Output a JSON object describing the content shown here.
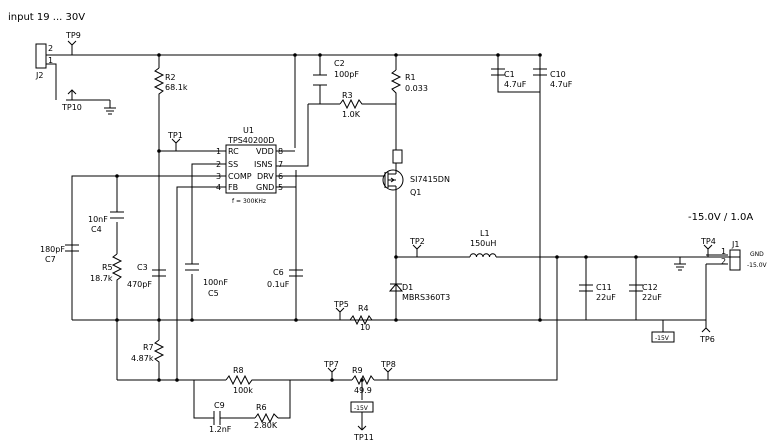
{
  "header": {
    "input_note": "input 19 ... 30V",
    "output_note": "-15.0V / 1.0A"
  },
  "ic": {
    "ref": "U1",
    "part": "TPS40200D",
    "freq_note": "f = 300KHz",
    "pins": [
      {
        "num": "1",
        "name": "RC"
      },
      {
        "num": "2",
        "name": "SS"
      },
      {
        "num": "3",
        "name": "COMP"
      },
      {
        "num": "4",
        "name": "FB"
      },
      {
        "num": "8",
        "name": "VDD"
      },
      {
        "num": "7",
        "name": "ISNS"
      },
      {
        "num": "6",
        "name": "DRV"
      },
      {
        "num": "5",
        "name": "GND"
      }
    ]
  },
  "resistors": {
    "r1": {
      "ref": "R1",
      "value": "0.033"
    },
    "r2": {
      "ref": "R2",
      "value": "68.1k"
    },
    "r3": {
      "ref": "R3",
      "value": "1.0K"
    },
    "r4": {
      "ref": "R4",
      "value": "10"
    },
    "r5": {
      "ref": "R5",
      "value": "18.7k"
    },
    "r6": {
      "ref": "R6",
      "value": "2.80K"
    },
    "r7": {
      "ref": "R7",
      "value": "4.87k"
    },
    "r8": {
      "ref": "R8",
      "value": "100k"
    },
    "r9": {
      "ref": "R9",
      "value": "49.9"
    }
  },
  "capacitors": {
    "c1": {
      "ref": "C1",
      "value": "4.7uF"
    },
    "c2": {
      "ref": "C2",
      "value": "100pF"
    },
    "c3": {
      "ref": "C3",
      "value": "470pF"
    },
    "c4": {
      "ref": "C4",
      "value": "10nF"
    },
    "c5": {
      "ref": "C5",
      "value": "100nF"
    },
    "c6": {
      "ref": "C6",
      "value": "0.1uF"
    },
    "c7": {
      "ref": "C7",
      "value": "180pF"
    },
    "c9": {
      "ref": "C9",
      "value": "1.2nF"
    },
    "c10": {
      "ref": "C10",
      "value": "4.7uF"
    },
    "c11": {
      "ref": "C11",
      "value": "22uF"
    },
    "c12": {
      "ref": "C12",
      "value": "22uF"
    }
  },
  "inductor": {
    "ref": "L1",
    "value": "150uH"
  },
  "diode": {
    "ref": "D1",
    "part": "MBRS360T3"
  },
  "mosfet": {
    "ref": "Q1",
    "part": "SI7415DN"
  },
  "testpoints": [
    "TP1",
    "TP2",
    "TP4",
    "TP5",
    "TP6",
    "TP7",
    "TP8",
    "TP9",
    "TP10",
    "TP11"
  ],
  "connectors": {
    "j1": {
      "ref": "J1",
      "pin1": "1",
      "pin2": "2",
      "label1": "GND",
      "label2": "-15.0V"
    },
    "j2": {
      "ref": "J2",
      "pin1": "1",
      "pin2": "2"
    }
  },
  "net_labels": {
    "neg15_a": "-15V",
    "neg15_b": "-15V"
  }
}
